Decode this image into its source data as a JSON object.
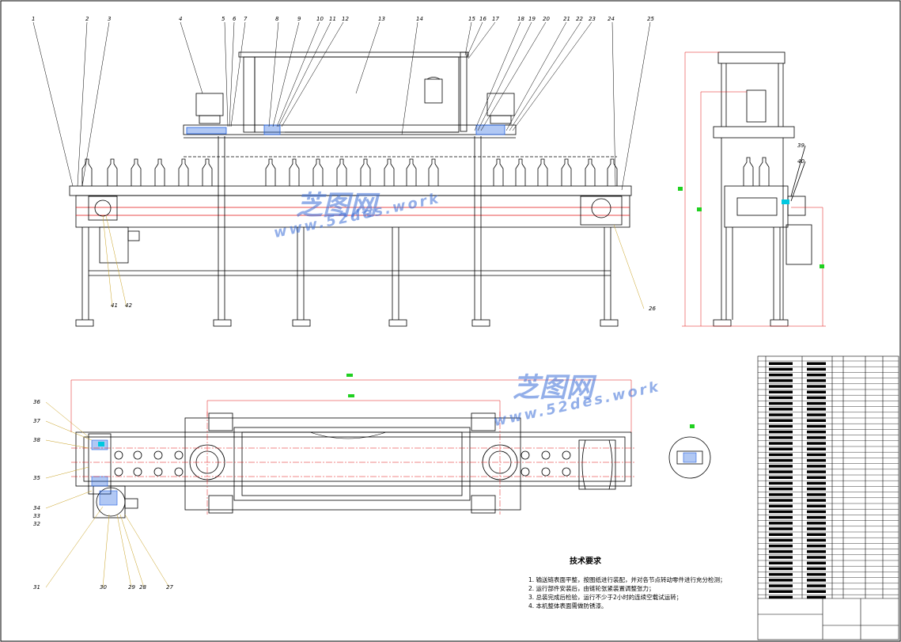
{
  "drawing": {
    "part_labels_top": [
      "1",
      "2",
      "3",
      "4",
      "5",
      "6",
      "7",
      "8",
      "9",
      "10",
      "11",
      "12",
      "13",
      "14",
      "15",
      "16",
      "17",
      "18",
      "19",
      "20",
      "21",
      "22",
      "23",
      "24",
      "25"
    ],
    "part_labels_bottom_left": [
      "41",
      "42"
    ],
    "part_labels_right_callout": "26",
    "part_labels_side": [
      "39",
      "40"
    ],
    "part_labels_plan": [
      "36",
      "37",
      "38",
      "35",
      "34",
      "33",
      "32",
      "31",
      "30",
      "29",
      "28",
      "27"
    ]
  },
  "tech_requirements": {
    "title": "技术要求",
    "items": [
      "1. 输送链表面平整，按图纸进行装配，并对各节点转动零件进行充分检测；",
      "2. 运行部件安装后，由链轮张紧装置调整张力；",
      "3. 总装完成后检验，运行不少于2小时的连续空载试运转；",
      "4. 本机整体表面需做防锈漆。"
    ]
  },
  "watermark": {
    "brand": "芝图网",
    "url": "www.52des.work"
  },
  "colors": {
    "line": "#000000",
    "center_line": "#e01010",
    "dim_line": "#e01010",
    "hatch": "#2060e0",
    "leader": "#c8a020",
    "dim_marker": "#20d020",
    "cyan": "#00c8e0"
  }
}
